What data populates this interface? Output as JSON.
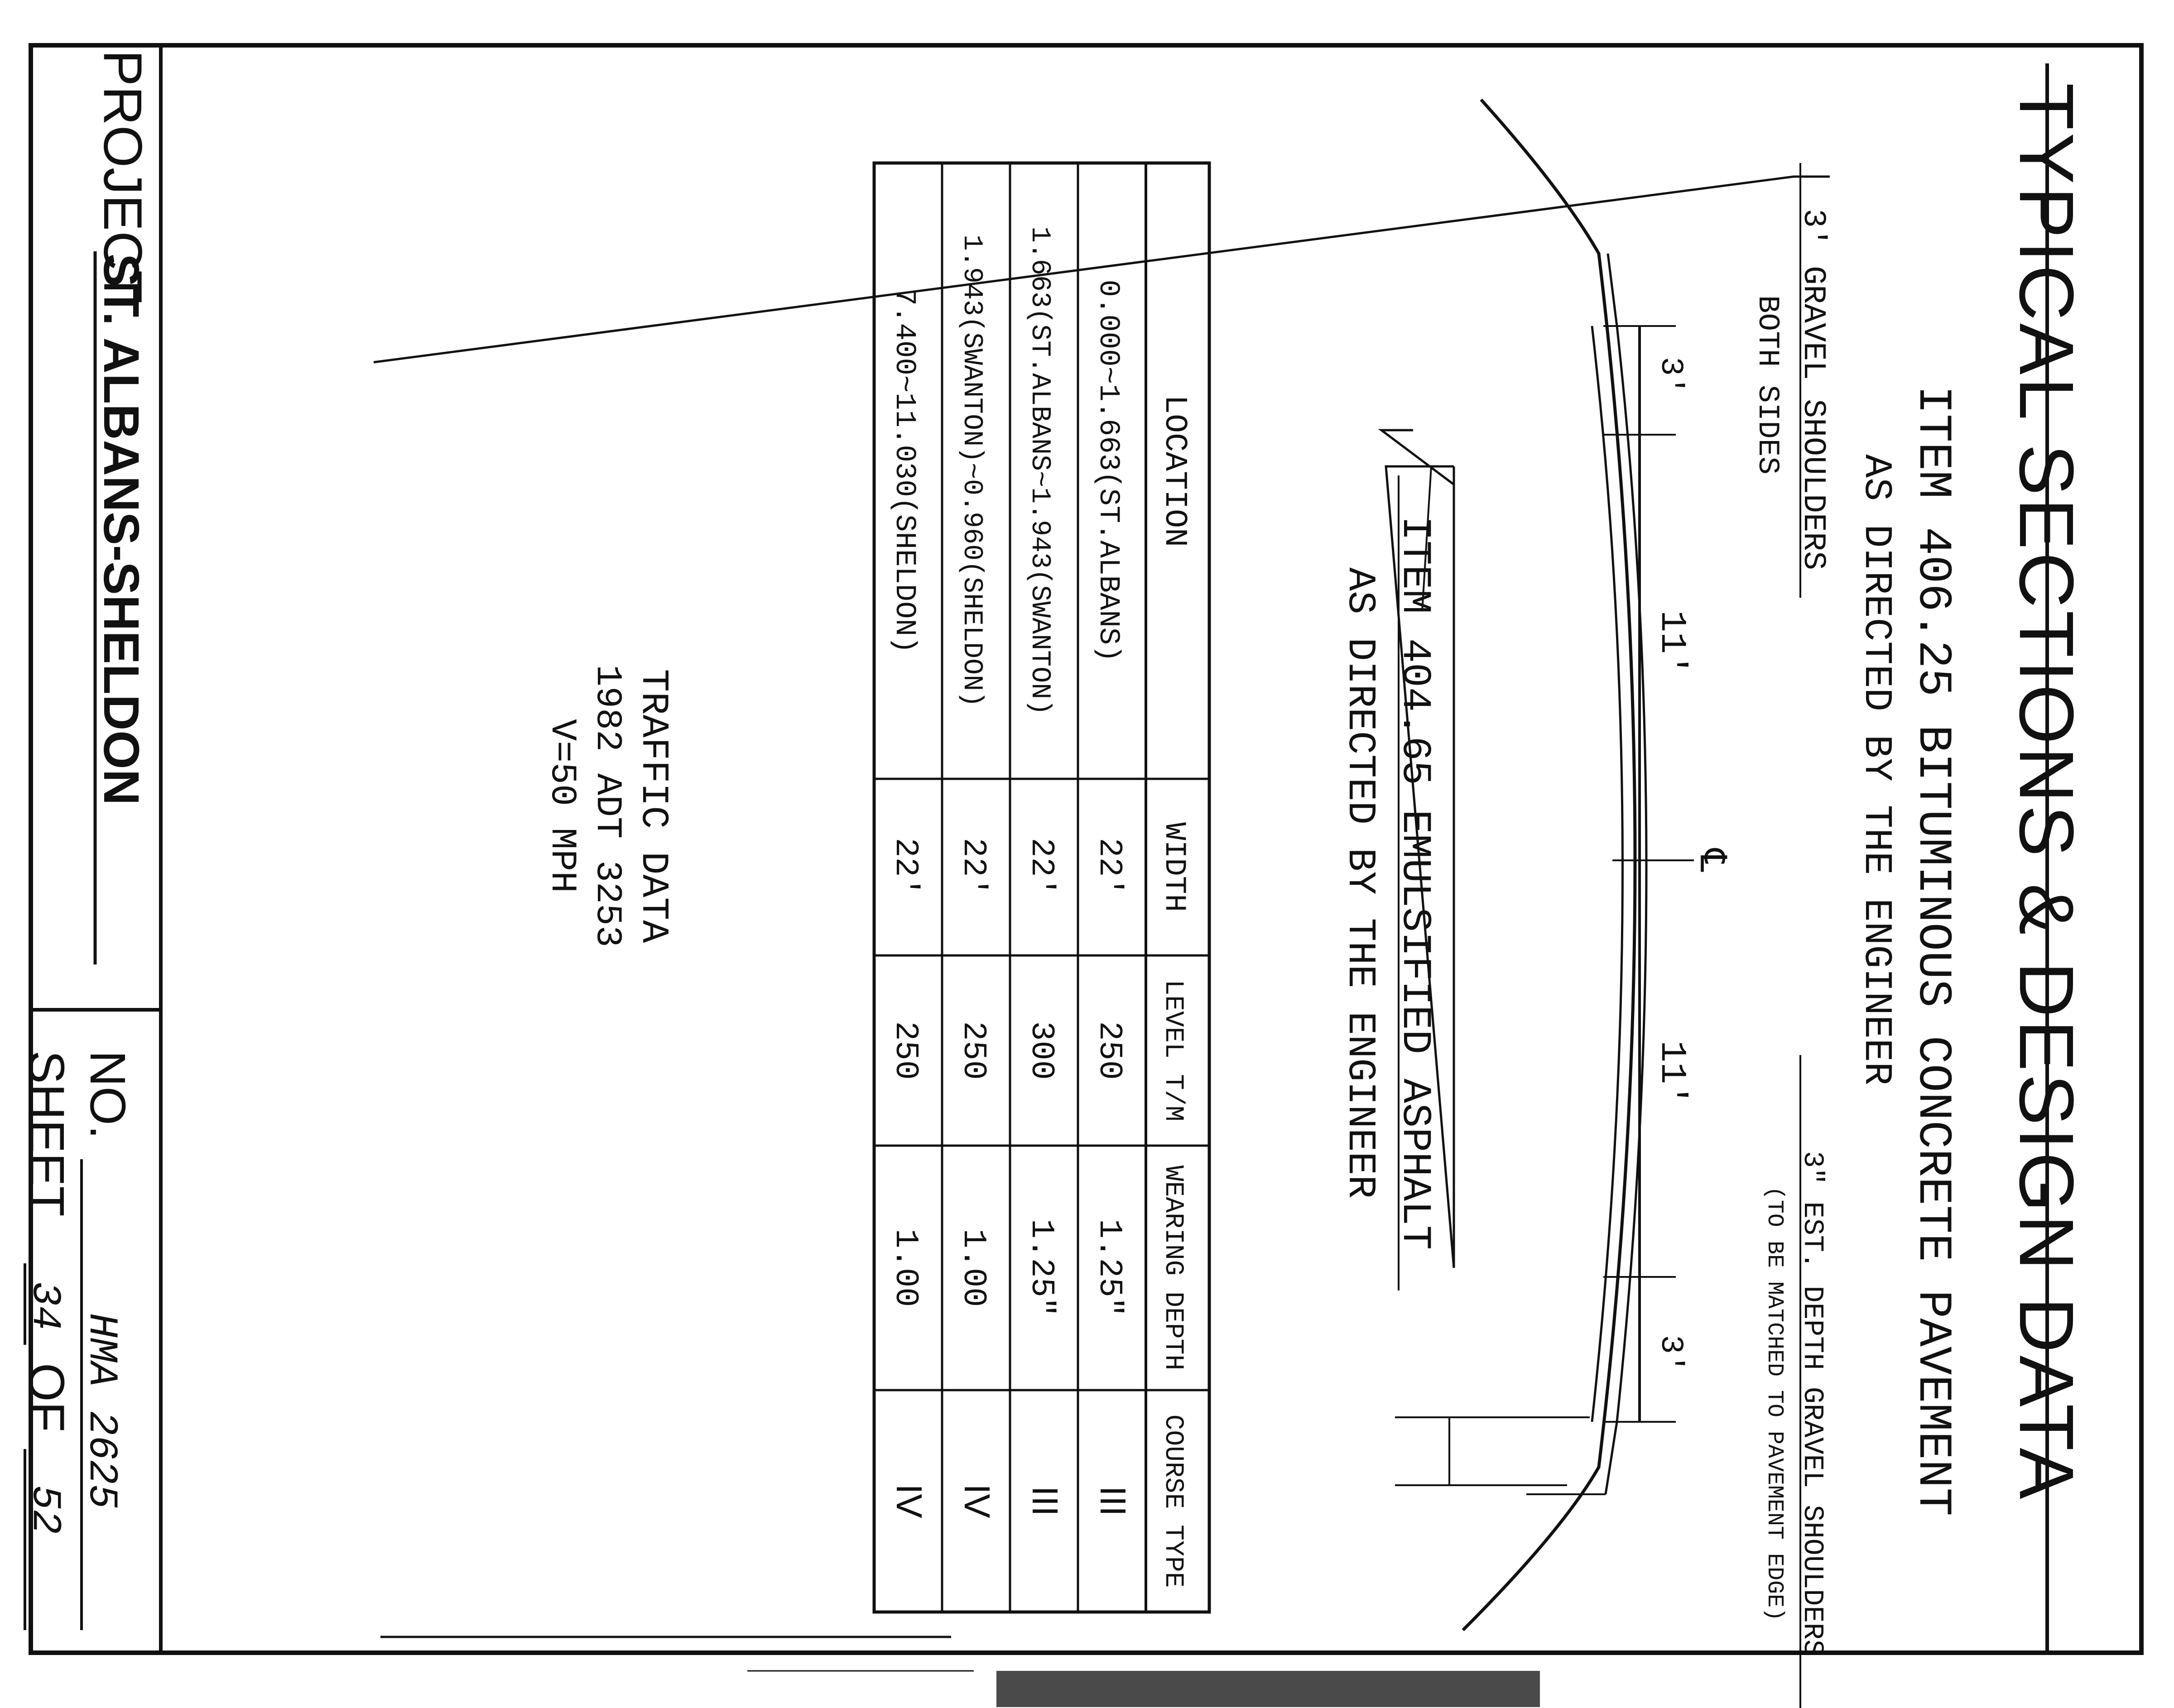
{
  "title": "TYPICAL SECTIONS & DESIGN DATA",
  "item_406": {
    "line1": "ITEM 406.25 BITUMINOUS CONCRETE PAVEMENT",
    "line2": "AS DIRECTED BY THE ENGINEER"
  },
  "item_404": {
    "line1": "ITEM 404.65 EMULSIFIED ASPHALT",
    "line2": "AS DIRECTED BY THE ENGINEER"
  },
  "shoulder_left": {
    "line1": "3' GRAVEL SHOULDERS",
    "line2": "BOTH SIDES"
  },
  "shoulder_right": {
    "line1": "3\" EST. DEPTH GRAVEL SHOULDERS",
    "line2": "(TO BE MATCHED TO PAVEMENT EDGE)"
  },
  "dimensions": {
    "shoulder_left": "3'",
    "lane_left": "11'",
    "centerline": "℄",
    "lane_right": "11'",
    "shoulder_right": "3'"
  },
  "table": {
    "headers": [
      "LOCATION",
      "WIDTH",
      "LEVEL T/M",
      "WEARING DEPTH",
      "COURSE TYPE"
    ],
    "rows": [
      [
        "0.000~1.663(ST.ALBANS)",
        "22'",
        "250",
        "1.25\"",
        "III"
      ],
      [
        "1.663(ST.ALBANS~1.943(SWANTON)",
        "22'",
        "300",
        "1.25\"",
        "III"
      ],
      [
        "1.943(SWANTON)~0.960(SHELDON)",
        "22'",
        "250",
        "1.00",
        "IV"
      ],
      [
        "7.400~11.030(SHELDON)",
        "22'",
        "250",
        "1.00",
        "IV"
      ]
    ]
  },
  "traffic": {
    "title": "TRAFFIC DATA",
    "adt": "1982 ADT 3253",
    "speed": "V=50 MPH"
  },
  "title_block": {
    "project_label": "PROJECT",
    "project_name": "ST. ALBANS-SHELDON",
    "no_label": "NO.",
    "no_value": "HMA 2625",
    "sheet_label": "SHEET",
    "sheet_num": "34",
    "of_label": "OF",
    "sheet_total": "52"
  }
}
